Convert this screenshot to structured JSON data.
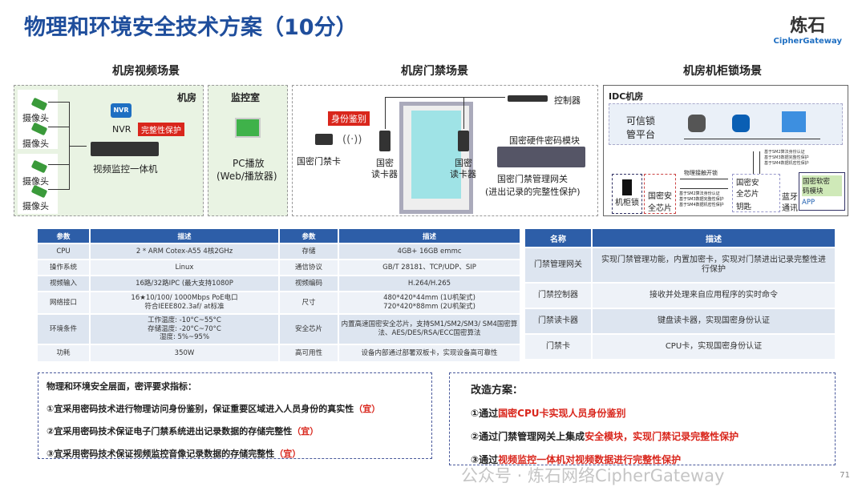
{
  "title": "物理和环境安全技术方案（10分）",
  "logo": {
    "cn": "炼石",
    "en": "CipherGateway"
  },
  "sections": {
    "video": "机房视频场景",
    "door": "机房门禁场景",
    "cabinet": "机房机柜锁场景"
  },
  "video": {
    "room": "机房",
    "camera": "摄像头",
    "nvr_icon": "NVR",
    "nvr": "NVR",
    "integrity": "完整性保护",
    "device": "视频监控一体机",
    "monitor_room": "监控室",
    "pc": "PC播放",
    "pc2": "(Web/播放器)"
  },
  "door": {
    "auth": "身份鉴别",
    "card": "国密门禁卡",
    "reader": "国密\n读卡器",
    "reader_l1": "国密",
    "reader_l2": "读卡器",
    "controller": "控制器",
    "hsm": "国密硬件密码模块",
    "gateway1": "国密门禁管理网关",
    "gateway2": "(进出记录的完整性保护)"
  },
  "cabinet": {
    "idc": "IDC机房",
    "platform1": "可信锁",
    "platform2": "管平台",
    "auth_lines": [
      "基于SM2算法身份认证",
      "基于SM3数据完整性保护",
      "基于SM4数据机密性保护"
    ],
    "contact": "物理接触开锁",
    "lock": "机柜锁",
    "chip1": "国密安",
    "chip2": "全芯片",
    "key": "钥匙",
    "bt1": "蓝牙",
    "bt2": "通讯",
    "soft1": "国密软密",
    "soft2": "码模块",
    "app": "APP"
  },
  "spec_table": {
    "headers": [
      "参数",
      "描述",
      "参数",
      "描述"
    ],
    "rows": [
      [
        "CPU",
        "2 * ARM Cotex-A55 4核2GHz",
        "存储",
        "4GB+ 16GB emmc"
      ],
      [
        "操作系统",
        "Linux",
        "通信协议",
        "GB/T 28181、TCP/UDP、SIP"
      ],
      [
        "视频输入",
        "16路/32路IPC (最大支持1080P",
        "视频编码",
        "H.264/H.265"
      ],
      [
        "网络接口",
        "16★10/100/ 1000Mbps PoE电口\n符合IEEE802.3af/ at标准",
        "尺寸",
        "480*420*44mm (1U机架式)\n720*420*88mm (2U机架式)"
      ],
      [
        "环境条件",
        "工作温度: -10°C~55°C\n存储温度: -20°C~70°C\n湿度: 5%~95%",
        "安全芯片",
        "内置高速国密安全芯片，支持SM1/SM2/SM3/ SM4国密算法、AES/DES/RSA/ECC国密算法"
      ],
      [
        "功耗",
        "350W",
        "高可用性",
        "设备内部通过部署双板卡，实现设备高可靠性"
      ]
    ]
  },
  "comp_table": {
    "headers": [
      "名称",
      "描述"
    ],
    "rows": [
      [
        "门禁管理网关",
        "实现门禁管理功能，内置加密卡，实现对门禁进出记录完整性进行保护"
      ],
      [
        "门禁控制器",
        "接收并处理来自应用程序的实时命令"
      ],
      [
        "门禁读卡器",
        "键盘读卡器，实现国密身份认证"
      ],
      [
        "门禁卡",
        "CPU卡，实现国密身份认证"
      ]
    ]
  },
  "requirements": {
    "heading": "物理和环境安全层面，密评要求指标：",
    "items": [
      {
        "text": "①宜采用密码技术进行物理访问身份鉴别，保证重要区域进入人员身份的真实性",
        "tag": "（宜）"
      },
      {
        "text": "②宜采用密码技术保证电子门禁系统进出记录数据的存储完整性",
        "tag": "（宜）"
      },
      {
        "text": "③宜采用密码技术保证视频监控音像记录数据的存储完整性",
        "tag": "（宜）"
      }
    ]
  },
  "plan": {
    "heading": "改造方案：",
    "items": [
      {
        "a": "①通过",
        "b": "国密CPU卡实现人员身份鉴别",
        "c": ""
      },
      {
        "a": "②通过门禁管理网关上集成",
        "b": "安全模块，实现门禁记录完整性保护",
        "c": ""
      },
      {
        "a": "③通过",
        "b": "视频监控一体机对视频数据进行完整性保护",
        "c": ""
      }
    ]
  },
  "watermark": "公众号 · 炼石网络CipherGateway",
  "page_number": "71"
}
